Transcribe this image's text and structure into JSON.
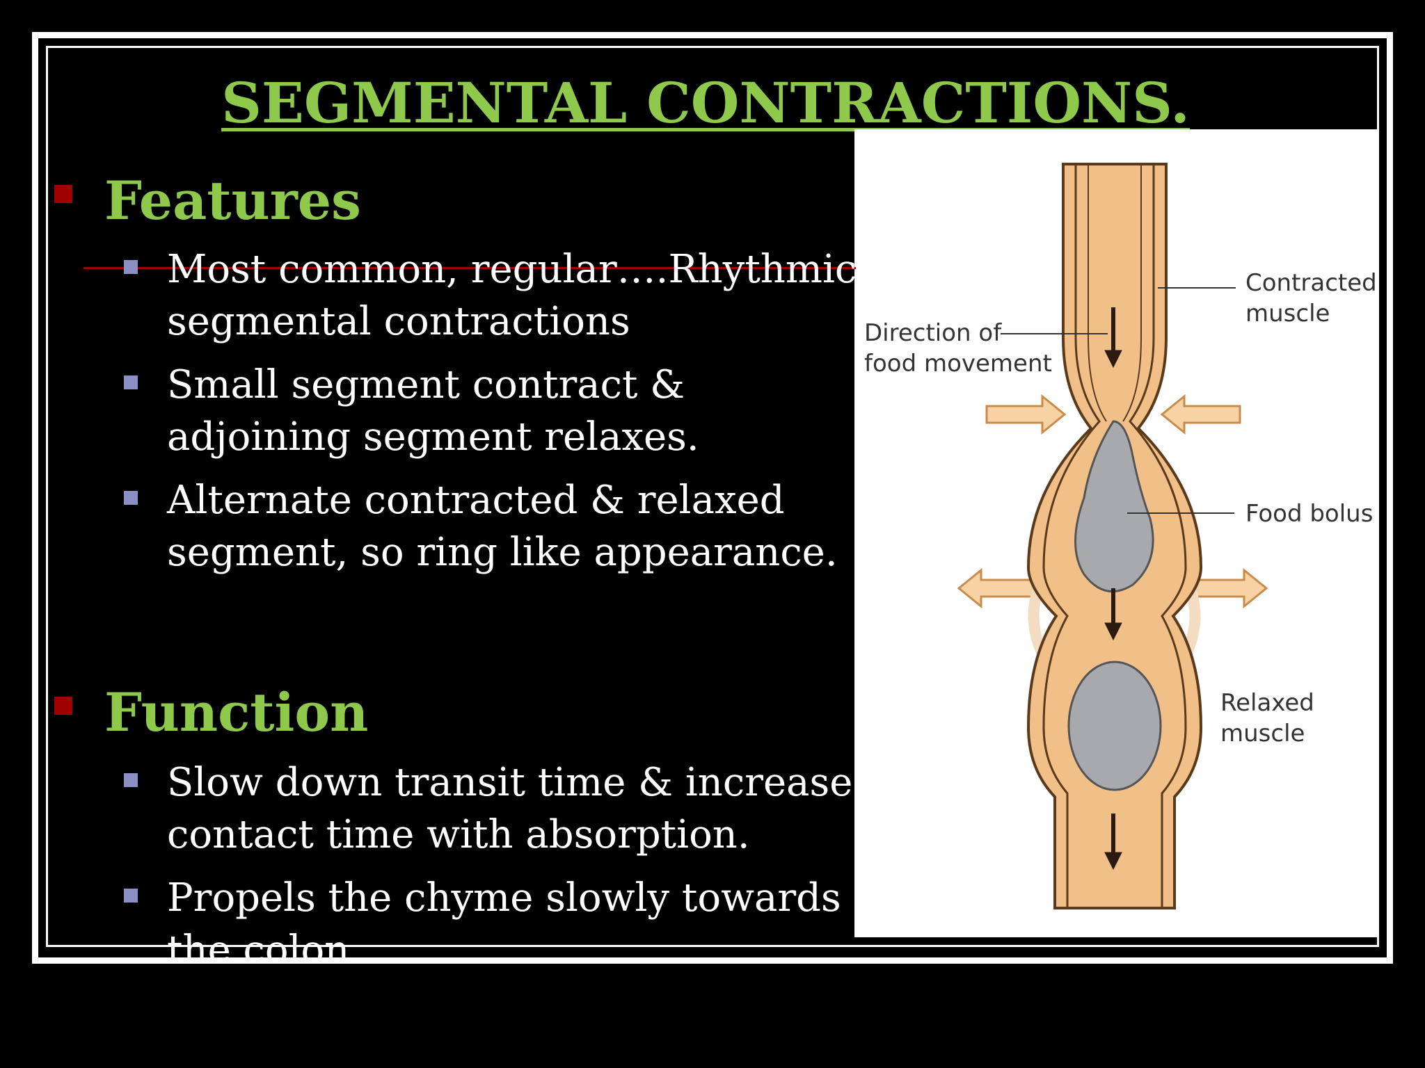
{
  "slide": {
    "title": "SEGMENTAL CONTRACTIONS.",
    "sections": [
      {
        "heading": "Features",
        "bullets": [
          "Most common, regular….Rhythmic segmental contractions",
          "Small segment contract & adjoining segment relaxes.",
          "Alternate contracted & relaxed segment, so ring like appearance."
        ]
      },
      {
        "heading": "Function",
        "bullets": [
          "Slow down transit time & increase contact time with absorption.",
          "Propels the chyme slowly towards the colon"
        ]
      }
    ]
  },
  "figure": {
    "labels": {
      "contracted": [
        "Contracted",
        "muscle"
      ],
      "direction": [
        "Direction of",
        "food movement"
      ],
      "bolus": "Food bolus",
      "relaxed": [
        "Relaxed",
        "muscle"
      ]
    }
  },
  "colors": {
    "heading_green": "#8fc94b",
    "marker_red": "#a00000",
    "bullet_blue": "#8a8fc4",
    "tube_tan": "#f0c088",
    "bolus_gray": "#a7a9ac"
  }
}
